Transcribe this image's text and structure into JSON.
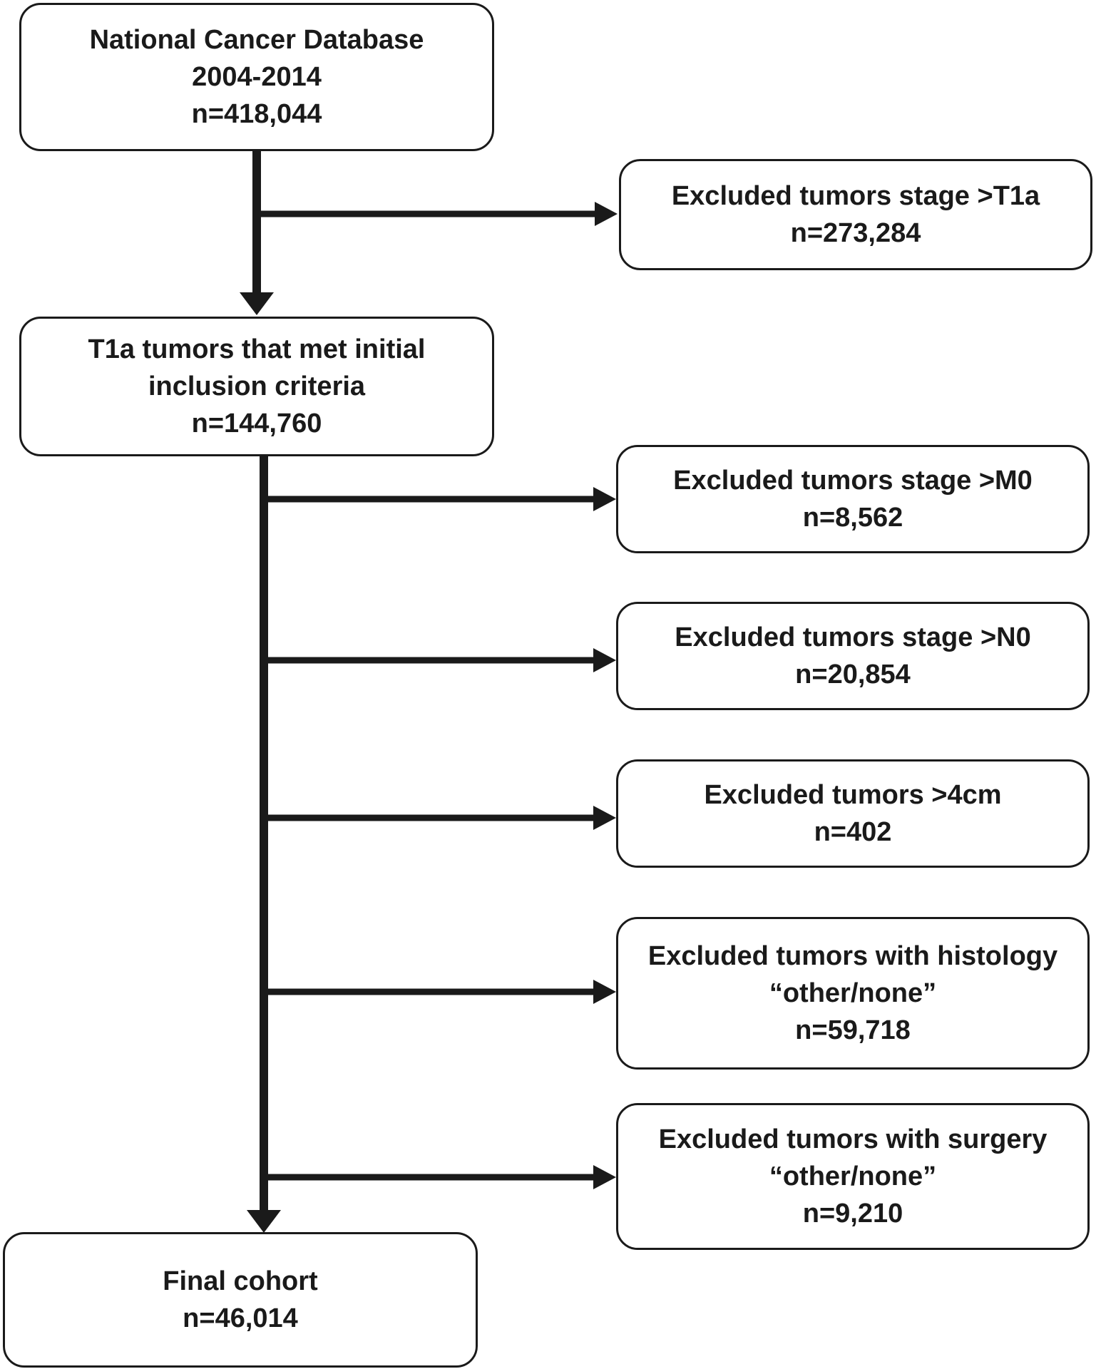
{
  "diagram": {
    "main_steps": [
      {
        "lines": [
          "National Cancer Database",
          "2004-2014",
          "n=418,044"
        ]
      },
      {
        "lines": [
          "T1a tumors that met initial",
          "inclusion criteria",
          "n=144,760"
        ]
      },
      {
        "lines": [
          "Final cohort",
          "n=46,014"
        ]
      }
    ],
    "exclusions": [
      {
        "lines": [
          "Excluded tumors stage >T1a",
          "n=273,284"
        ]
      },
      {
        "lines": [
          "Excluded tumors stage >M0",
          "n=8,562"
        ]
      },
      {
        "lines": [
          "Excluded tumors stage >N0",
          "n=20,854"
        ]
      },
      {
        "lines": [
          "Excluded tumors >4cm",
          "n=402"
        ]
      },
      {
        "lines": [
          "Excluded tumors with histology",
          "“other/none”",
          "n=59,718"
        ]
      },
      {
        "lines": [
          "Excluded tumors with surgery",
          "“other/none”",
          "n=9,210"
        ]
      }
    ],
    "colors": {
      "line": "#1a1a1a",
      "box_border": "#1a1a1a",
      "background": "#ffffff"
    }
  }
}
